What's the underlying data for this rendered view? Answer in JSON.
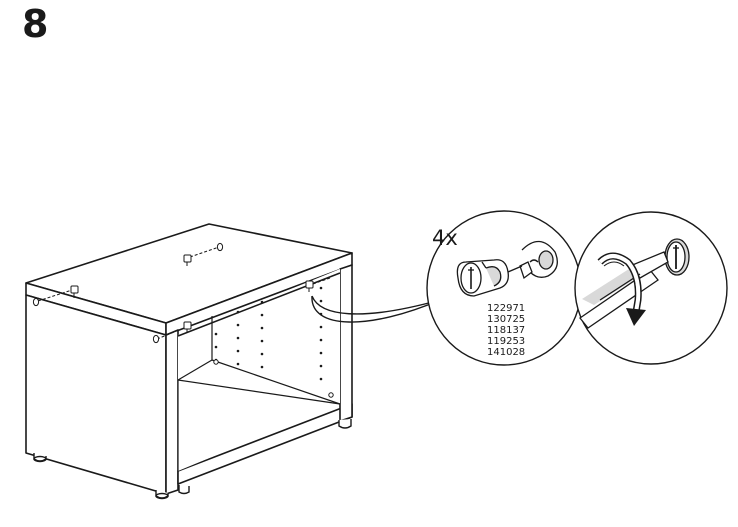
{
  "step": {
    "number": "8"
  },
  "detail": {
    "quantity": "4x",
    "part_numbers": [
      "122971",
      "130725",
      "118137",
      "119253",
      "141028"
    ]
  },
  "icons": {
    "cabinet": "cabinet-frame-icon",
    "cam_lock": "cam-lock-icon",
    "cam_stud": "cam-stud-icon",
    "screwdriver": "screwdriver-icon",
    "rotate_arrow": "rotate-clockwise-arrow-icon"
  },
  "colors": {
    "line": "#1a1a1a",
    "fill": "#ffffff",
    "shade": "#d9d9d9"
  }
}
